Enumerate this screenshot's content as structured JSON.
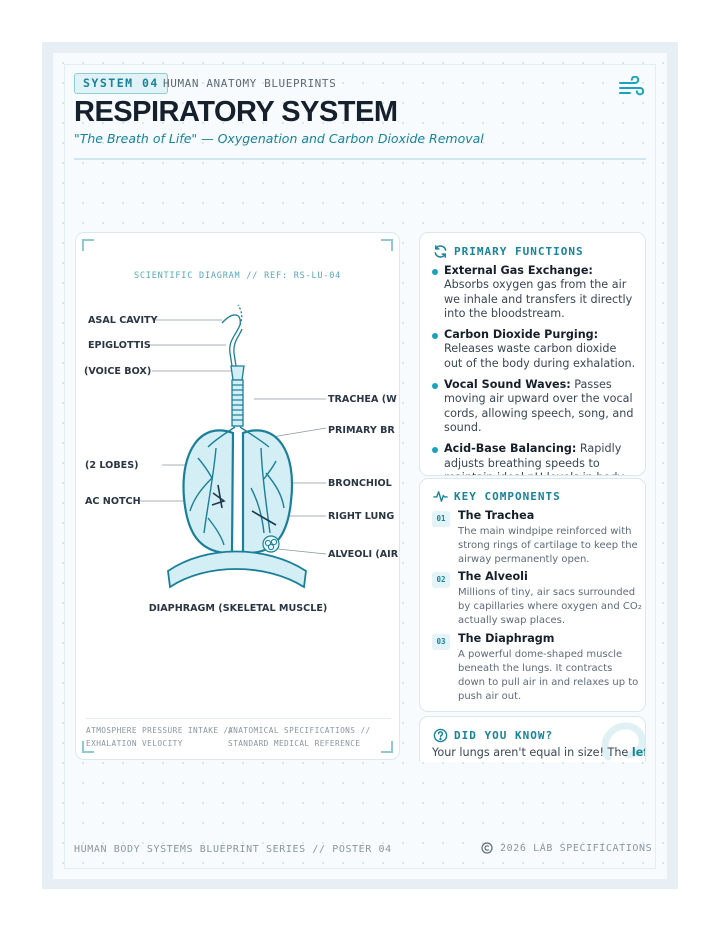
{
  "header": {
    "badge": "SYSTEM 04",
    "category": "HUMAN ANATOMY BLUEPRINTS",
    "title": "RESPIRATORY SYSTEM",
    "subtitle": "\"The Breath of Life\" — Oxygenation and Carbon Dioxide Removal",
    "icon": "wind-icon"
  },
  "diagram": {
    "ref": "SCIENTIFIC DIAGRAM // REF: RS-LU-04",
    "labels_left": [
      "ASAL CAVITY",
      "EPIGLOTTIS",
      "(VOICE BOX)",
      "(2 LOBES)",
      "AC NOTCH"
    ],
    "labels_right": [
      "TRACHEA (W",
      "PRIMARY BR",
      "BRONCHIOL",
      "RIGHT LUNG",
      "ALVEOLI (AIR"
    ],
    "label_bottom": "DIAPHRAGM (SKELETAL MUSCLE)",
    "footer_left": [
      "ATMOSPHERE PRESSURE INTAKE //",
      "EXHALATION VELOCITY"
    ],
    "footer_right": [
      "ANATOMICAL SPECIFICATIONS //",
      "STANDARD MEDICAL REFERENCE"
    ],
    "colors": {
      "stroke": "#1a7f99",
      "fill": "#d3eef4",
      "accent": "#1e3a4c"
    }
  },
  "functions": {
    "title": "PRIMARY FUNCTIONS",
    "icon": "refresh-icon",
    "items": [
      {
        "name": "External Gas Exchange:",
        "text": "Absorbs oxygen gas from the air we inhale and transfers it directly into the bloodstream."
      },
      {
        "name": "Carbon Dioxide Purging:",
        "text": "Releases waste carbon dioxide out of the body during exhalation."
      },
      {
        "name": "Vocal Sound Waves:",
        "text": "Passes moving air upward over the vocal cords, allowing speech, song, and sound."
      },
      {
        "name": "Acid-Base Balancing:",
        "text": "Rapidly adjusts breathing speeds to maintain ideal pH levels in body tissues."
      }
    ]
  },
  "components": {
    "title": "KEY COMPONENTS",
    "icon": "pulse-icon",
    "items": [
      {
        "num": "01",
        "name": "The Trachea",
        "desc": "The main windpipe reinforced with strong rings of cartilage to keep the airway permanently open."
      },
      {
        "num": "02",
        "name": "The Alveoli",
        "desc": "Millions of tiny, air sacs surrounded by capillaries where oxygen and CO₂ actually swap places."
      },
      {
        "num": "03",
        "name": "The Diaphragm",
        "desc": "A powerful dome-shaped muscle beneath the lungs. It contracts down to pull air in and relaxes up to push air out."
      }
    ]
  },
  "did_you_know": {
    "title": "DID YOU KNOW?",
    "icon": "question-icon",
    "text": "Your lungs aren't equal in size! The",
    "highlight": "left"
  },
  "footer": {
    "left": "HUMAN BODY SYSTEMS BLUEPRINT SERIES // POSTER 04",
    "right": "2026 LAB SPECIFICATIONS"
  },
  "colors": {
    "accent": "#17839c",
    "title": "#16202c",
    "background": "#f7fbfd"
  }
}
